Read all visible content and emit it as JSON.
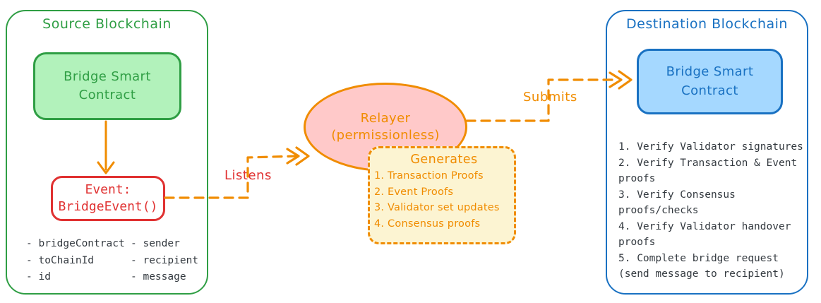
{
  "source": {
    "title": "Source Blockchain",
    "contract_label": "Bridge Smart Contract",
    "event_line1": "Event:",
    "event_line2": "BridgeEvent()",
    "attrs_left": [
      "- bridgeContract",
      "- toChainId",
      "- id"
    ],
    "attrs_right": [
      "- sender",
      "- recipient",
      "- message"
    ]
  },
  "relayer": {
    "line1": "Relayer",
    "line2": "(permissionless)",
    "generates": {
      "title": "Generates",
      "items": [
        "1. Transaction Proofs",
        "2. Event Proofs",
        "3. Validator set updates",
        "4. Consensus proofs"
      ]
    }
  },
  "destination": {
    "title": "Destination Blockchain",
    "contract_label": "Bridge Smart Contract",
    "steps": [
      "1. Verify Validator signatures",
      "2. Verify Transaction & Event\nproofs",
      "3. Verify Consensus\nproofs/checks",
      "4. Verify Validator handover\nproofs",
      "5. Complete bridge request\n(send message to recipient)"
    ]
  },
  "labels": {
    "listens": "Listens",
    "submits": "Submits"
  },
  "colors": {
    "green-stroke": "#2f9e44",
    "green-fill": "#b2f2bb",
    "red": "#e03131",
    "orange": "#f08c00",
    "pink-fill": "#ffc9c9",
    "yellow-fill": "#fcf4d2",
    "blue-stroke": "#1971c2",
    "blue-fill": "#a5d8ff",
    "text-dark": "#343a40"
  }
}
